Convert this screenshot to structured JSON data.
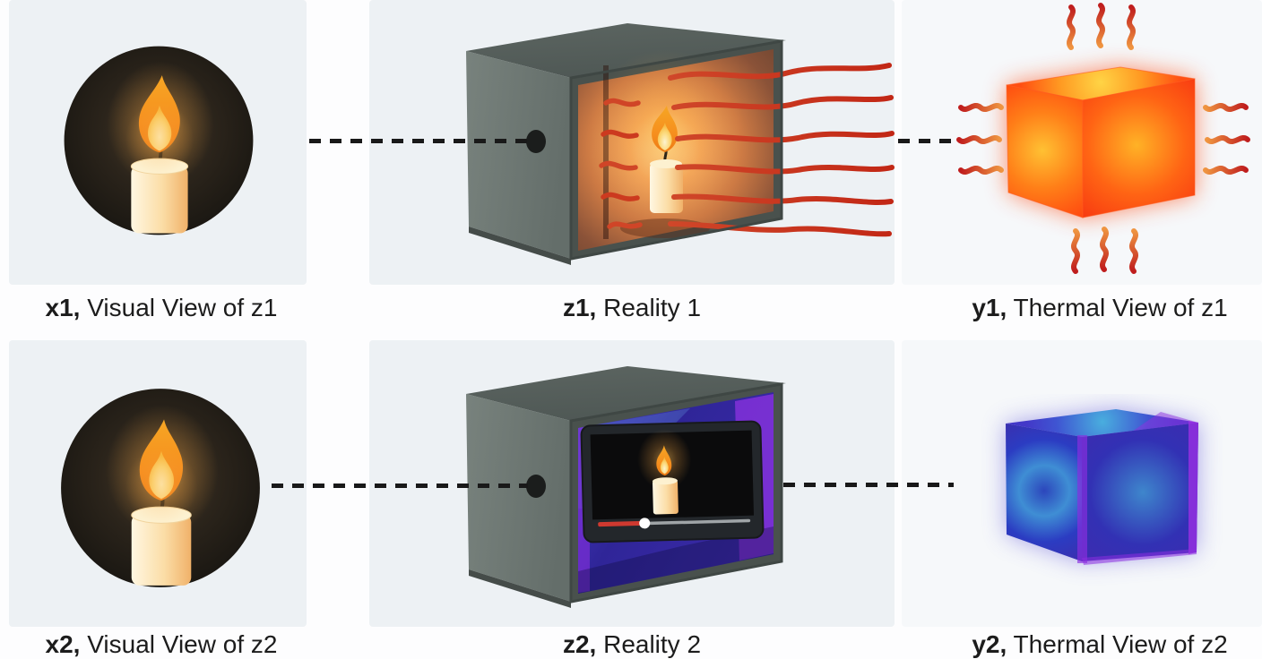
{
  "panels": {
    "x1": {
      "label_prefix": "x1,",
      "label_rest": " Visual View of z1"
    },
    "z1": {
      "label_prefix": "z1,",
      "label_rest": " Reality 1"
    },
    "y1": {
      "label_prefix": "y1,",
      "label_rest": " Thermal View of z1"
    },
    "x2": {
      "label_prefix": "x2,",
      "label_rest": " Visual View of z2"
    },
    "z2": {
      "label_prefix": "z2,",
      "label_rest": " Reality 2"
    },
    "y2": {
      "label_prefix": "y2,",
      "label_rest": " Thermal View of z2"
    }
  },
  "video_player": {
    "progress_bar_width": "52",
    "progress_percent_estimate": 30
  },
  "icons": {
    "candle": "candle-icon",
    "heat_wave": "heat-wave-icon",
    "pinhole": "pinhole-icon",
    "playhead": "playhead-icon"
  },
  "colors": {
    "panel_bg": "#edf1f4",
    "box_gray": "#6e7873",
    "heat_wave_red": "#c9261d",
    "hot_core": "#ffd445",
    "hot_edge": "#ff3d0e",
    "cold_core": "#3f8ed4",
    "cold_edge": "#3b2fae",
    "cold_accent": "#9a30e4",
    "dash_color": "#191919",
    "label_text": "#1c1c1c",
    "progress_red": "#cf3930"
  }
}
